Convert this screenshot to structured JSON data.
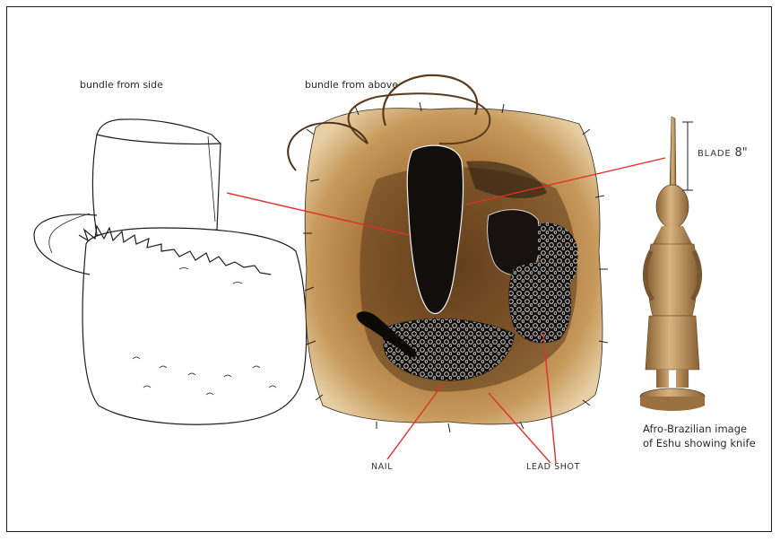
{
  "labels": {
    "side_view": "bundle from side",
    "top_view": "bundle from above",
    "blade_word": "BLADE",
    "blade_size": "8\"",
    "nail": "NAIL",
    "lead_shot": "LEAD SHOT",
    "caption_line1": "Afro-Brazilian image",
    "caption_line2": "of Eshu showing knife"
  },
  "colors": {
    "pointer_line": "#e0302a",
    "fur_brown": "#b07a3c",
    "dark_stain": "#1a1410",
    "statue_tan": "#c9a06a"
  }
}
